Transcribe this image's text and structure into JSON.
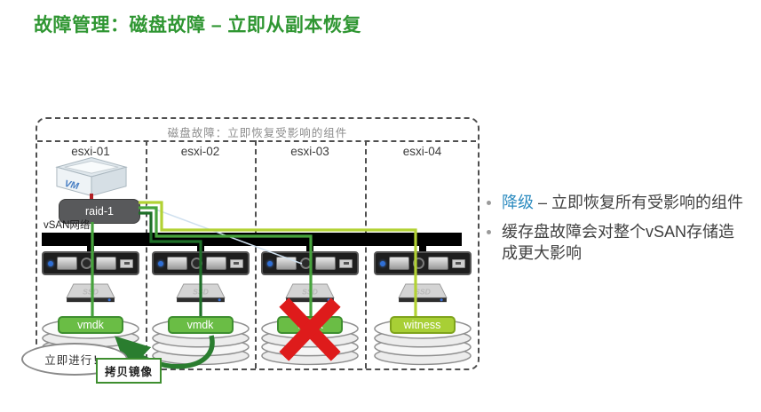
{
  "title": "故障管理：磁盘故障 – 立即从副本恢复",
  "diagram": {
    "caption": "磁盘故障：立即恢复受影响的组件",
    "network_label": "vSAN网络",
    "vm_label": "VM",
    "raid_label": "raid-1",
    "ssd_label": "SSD",
    "hosts": [
      {
        "name": "esxi-01",
        "disk_label": "vmdk",
        "failed": false
      },
      {
        "name": "esxi-02",
        "disk_label": "vmdk",
        "failed": false
      },
      {
        "name": "esxi-03",
        "disk_label": "vmdk",
        "failed": true
      },
      {
        "name": "esxi-04",
        "disk_label": "witness",
        "failed": false
      }
    ],
    "callout": "立即进行！",
    "action_label": "拷贝镜像"
  },
  "bullets": [
    {
      "highlight": "降级",
      "text": "– 立即恢复所有受影响的组件"
    },
    {
      "highlight": "",
      "text": "缓存盘故障会对整个vSAN存储造成更大影响"
    }
  ],
  "colors": {
    "title_green": "#2f9632",
    "bullet_blue": "#2e8cc0",
    "vmdk_green": "#6abd45",
    "witness_green": "#a8cf35",
    "line_dark_green": "#1e6f28",
    "line_mid_green": "#46a33c",
    "line_light_green": "#b2d234",
    "fail_red": "#de1b1b",
    "network_black": "#000000"
  }
}
